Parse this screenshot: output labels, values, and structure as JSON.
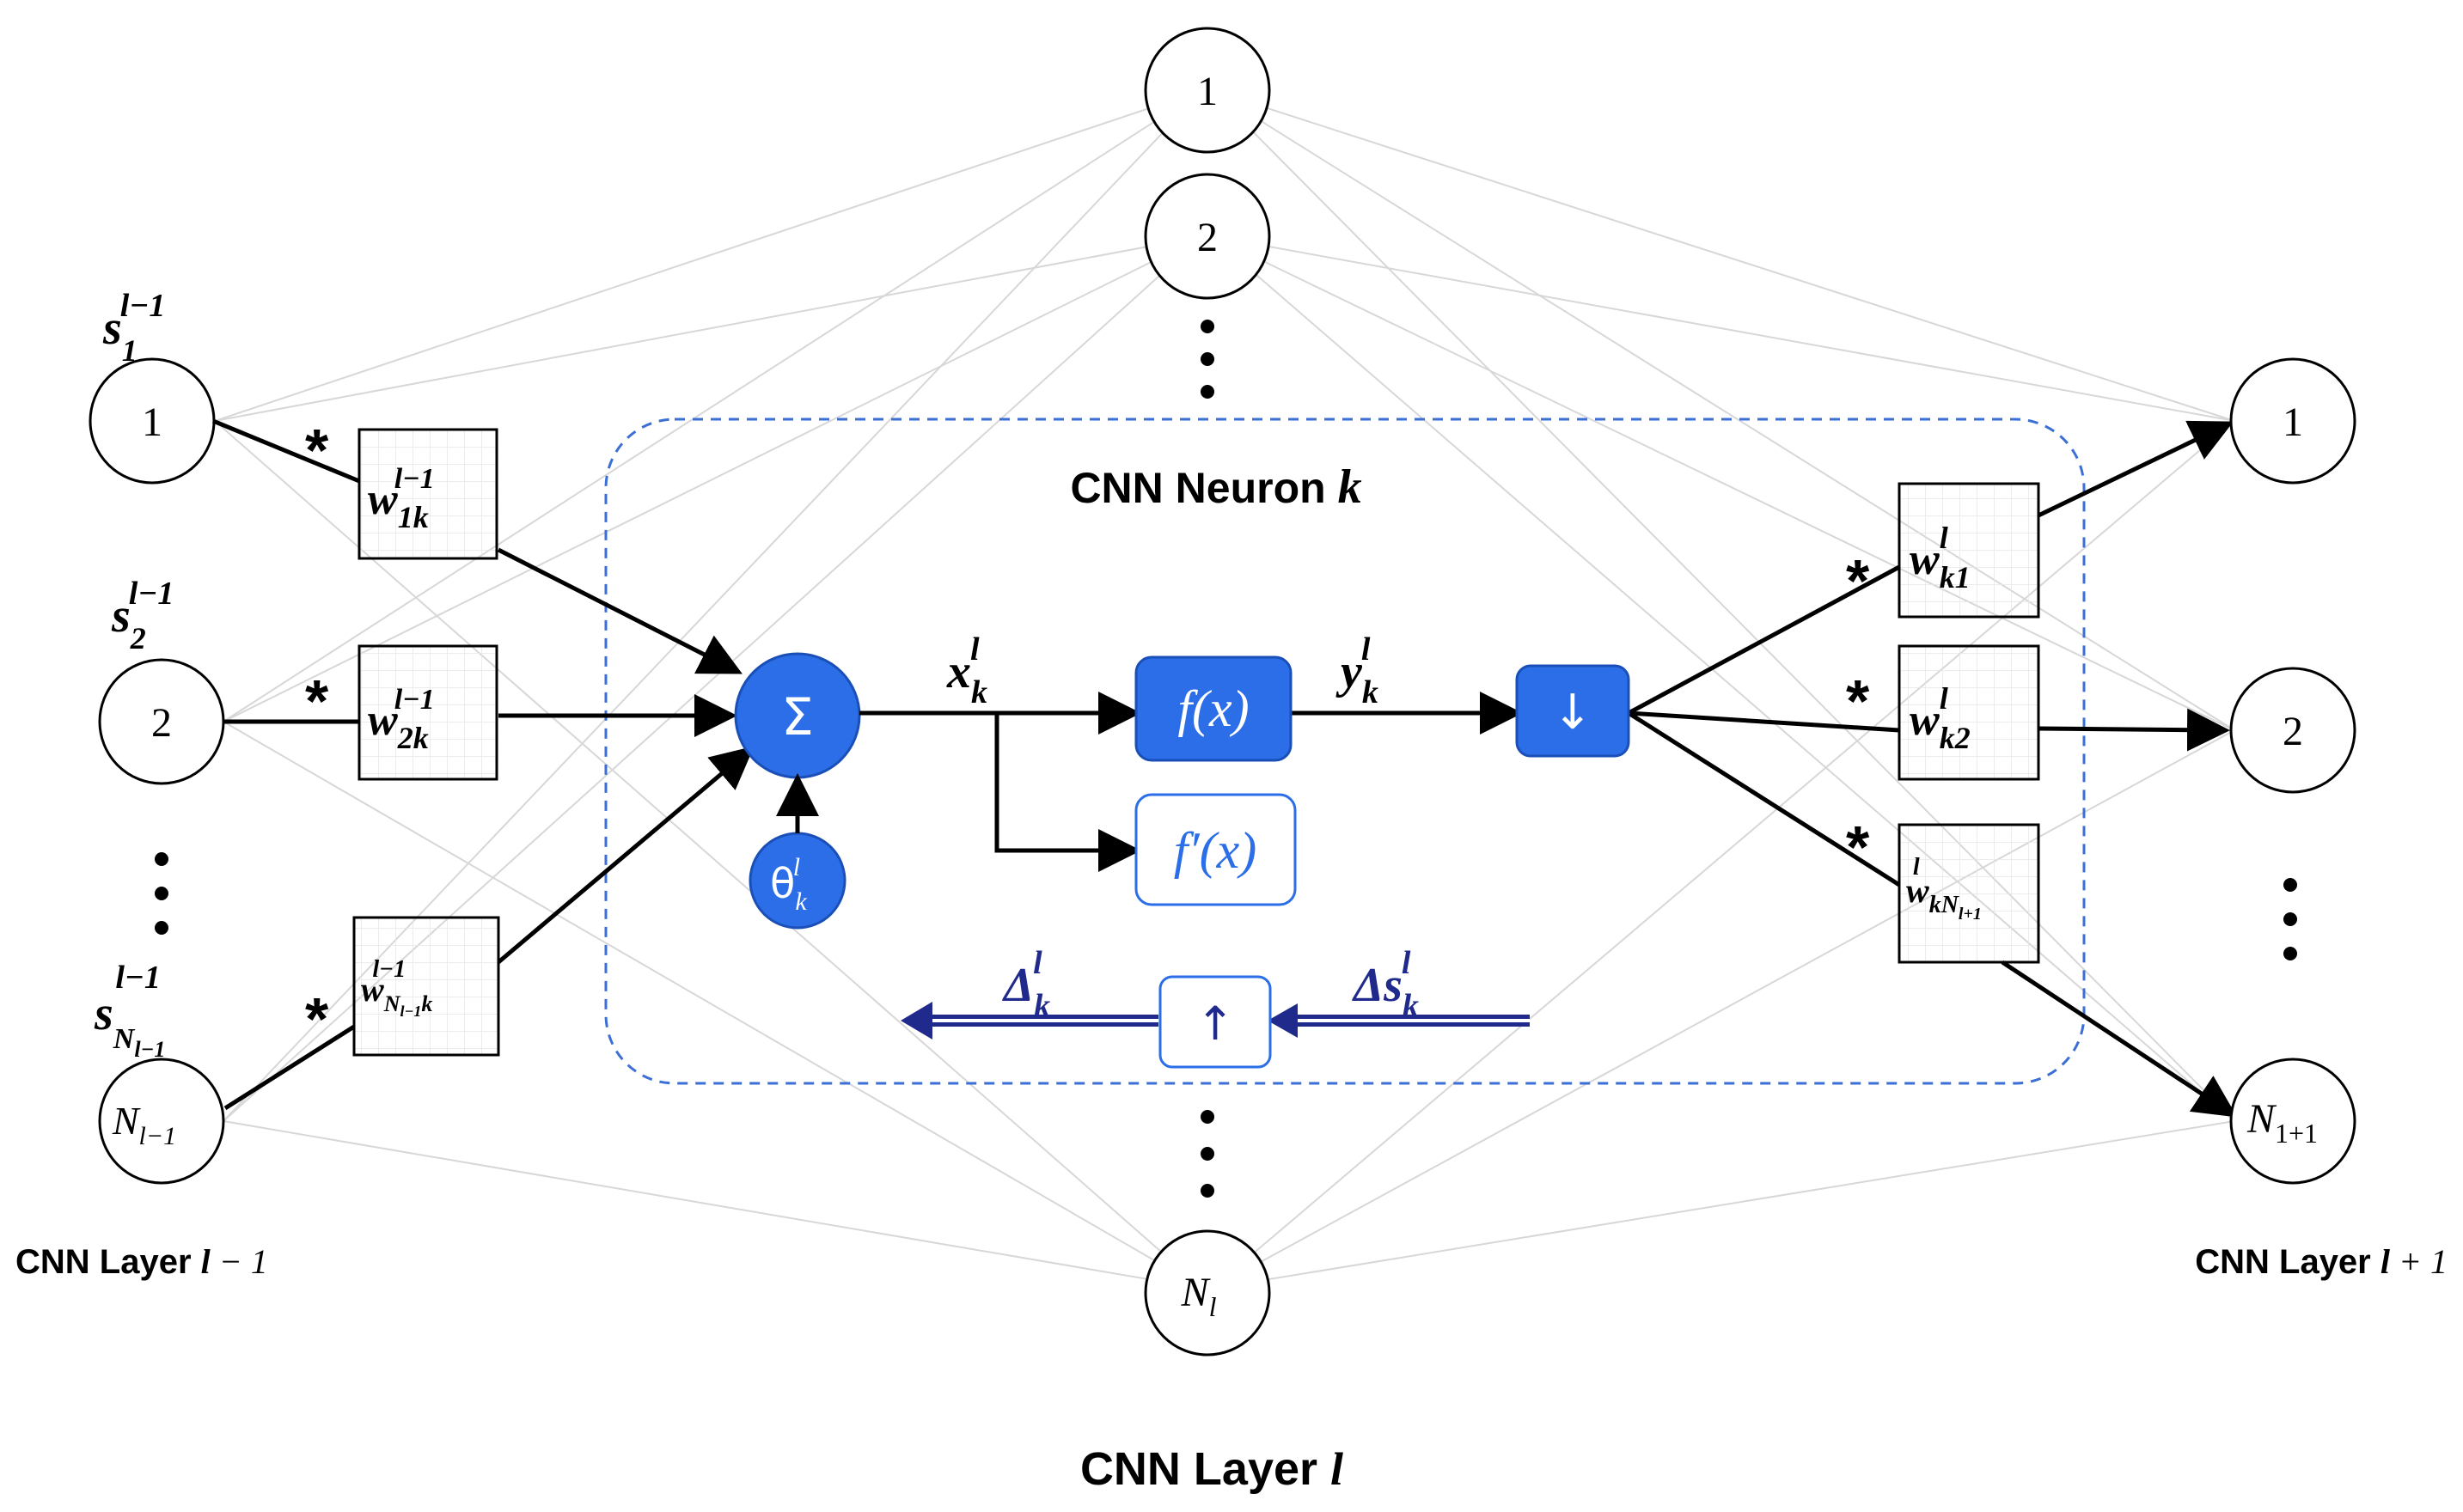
{
  "layer_prev": {
    "caption_prefix": "CNN Layer",
    "caption_var": "l",
    "caption_suffix": " − 1",
    "nodes": [
      "1",
      "2",
      "N"
    ],
    "node_sub": "l−1",
    "signals": [
      {
        "base": "s",
        "sub": "1",
        "sup": "l−1"
      },
      {
        "base": "s",
        "sub": "2",
        "sup": "l−1"
      },
      {
        "base": "s",
        "sub": "N",
        "subsub": "l−1",
        "sup": "l−1"
      }
    ],
    "weights": [
      {
        "base": "w",
        "sub": "1k",
        "sup": "l−1"
      },
      {
        "base": "w",
        "sub": "2k",
        "sup": "l−1"
      },
      {
        "base": "w",
        "sub": "N",
        "subsub": "l−1",
        "sub2": "k",
        "sup": "l−1"
      }
    ]
  },
  "layer_current": {
    "caption_prefix": "CNN Layer",
    "caption_var": "l",
    "nodes": [
      "1",
      "2",
      "N"
    ],
    "last_node_sub": "l"
  },
  "layer_next": {
    "caption_prefix": "CNN Layer",
    "caption_var": "l",
    "caption_suffix": " + 1",
    "nodes": [
      "1",
      "2",
      "N"
    ],
    "last_node_sub": "1+1",
    "weights": [
      {
        "base": "w",
        "sub": "k1",
        "sup": "l"
      },
      {
        "base": "w",
        "sub": "k2",
        "sup": "l"
      },
      {
        "base": "w",
        "sub": "kN",
        "subsub": "l+1",
        "sup": "l"
      }
    ]
  },
  "neuron": {
    "title_prefix": "CNN Neuron",
    "title_var": "k",
    "sum_symbol": "Σ",
    "bias": {
      "base": "θ",
      "sub": "k",
      "sup": "l"
    },
    "x_label": {
      "base": "x",
      "sub": "k",
      "sup": "l"
    },
    "y_label": {
      "base": "y",
      "sub": "k",
      "sup": "l"
    },
    "activation": "f(x)",
    "derivative": "f′(x)",
    "down_symbol": "↓",
    "up_symbol": "↑",
    "delta_label": {
      "base": "Δ",
      "sub": "k",
      "sup": "l"
    },
    "delta_s_label": {
      "base": "Δs",
      "sub": "k",
      "sup": "l"
    }
  },
  "symbols": {
    "convolution": "*",
    "dot": "•"
  },
  "colors": {
    "accent_blue": "#2b6ee8",
    "dark_blue": "#1f2a8c",
    "dashed_border": "#3b6fd6",
    "faint_line": "#d7d7d7",
    "ink": "#000000"
  }
}
